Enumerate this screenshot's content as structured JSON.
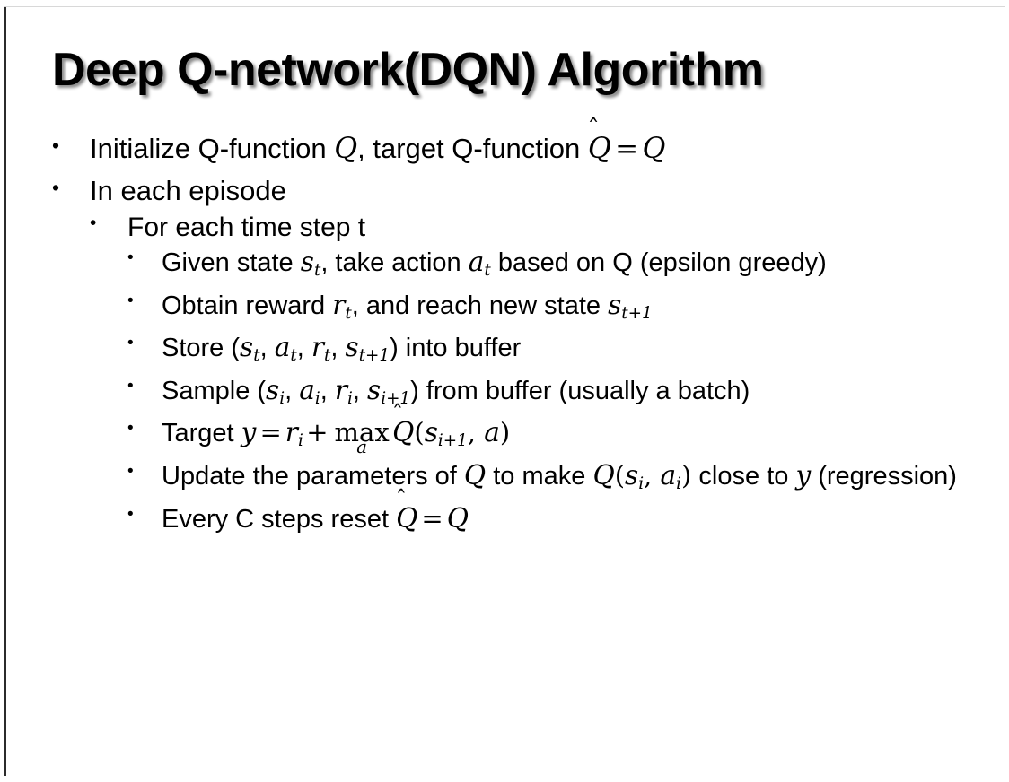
{
  "slide": {
    "title": "Deep Q-network(DQN) Algorithm",
    "bullet_glyph": "•",
    "hat_glyph": "̂",
    "colors": {
      "background": "#ffffff",
      "text": "#000000",
      "frame_line": "#2b2b2b"
    }
  },
  "content": {
    "b1": {
      "pre": "Initialize Q-function ",
      "var_q1": "Q",
      "mid": ", target Q-function ",
      "hat_q": "Q",
      "eq": "=",
      "var_q2": "Q"
    },
    "b2": {
      "label": "In each episode"
    },
    "b3": {
      "label": "For each time step t"
    },
    "b4": {
      "pre": "Given state ",
      "s": "s",
      "s_sub": "t",
      "mid1": ", take action ",
      "a": "a",
      "a_sub": "t",
      "mid2": " based on Q (epsilon greedy)"
    },
    "b5": {
      "pre": "Obtain reward ",
      "r": "r",
      "r_sub": "t",
      "mid": ", and reach new state ",
      "s": "s",
      "s_sub": "t+1"
    },
    "b6": {
      "pre": "Store (",
      "s1": "s",
      "s1_sub": "t",
      "c1": ", ",
      "a": "a",
      "a_sub": "t",
      "c2": ", ",
      "r": "r",
      "r_sub": "t",
      "c3": ", ",
      "s2": "s",
      "s2_sub": "t+1",
      "post": ") into buffer"
    },
    "b7": {
      "pre": "Sample (",
      "s1": "s",
      "s1_sub": "i",
      "c1": ", ",
      "a": "a",
      "a_sub": "i",
      "c2": ", ",
      "r": "r",
      "r_sub": "i",
      "c3": ", ",
      "s2": "s",
      "s2_sub": "i+1",
      "post": ") from buffer (usually a batch)"
    },
    "b8": {
      "pre": "Target ",
      "y": "y",
      "eq": "=",
      "r": "r",
      "r_sub": "i",
      "plus": "+",
      "max": "max",
      "max_lim": "a",
      "hat_q": "Q",
      "paren_open": "(",
      "s": "s",
      "s_sub": "i+1",
      "comma": ", ",
      "a": "a",
      "paren_close": ")"
    },
    "b9": {
      "pre": "Update the parameters of ",
      "q1": "Q",
      "mid1": " to make ",
      "q2": "Q",
      "paren_open": "(",
      "s": "s",
      "s_sub": "i",
      "comma": ", ",
      "a": "a",
      "a_sub": "i",
      "paren_close": ")",
      "mid2": " close to ",
      "y": "y",
      "post": " (regression)"
    },
    "b10": {
      "pre": "Every C steps reset ",
      "hat_q": "Q",
      "eq": "=",
      "q": "Q"
    }
  }
}
